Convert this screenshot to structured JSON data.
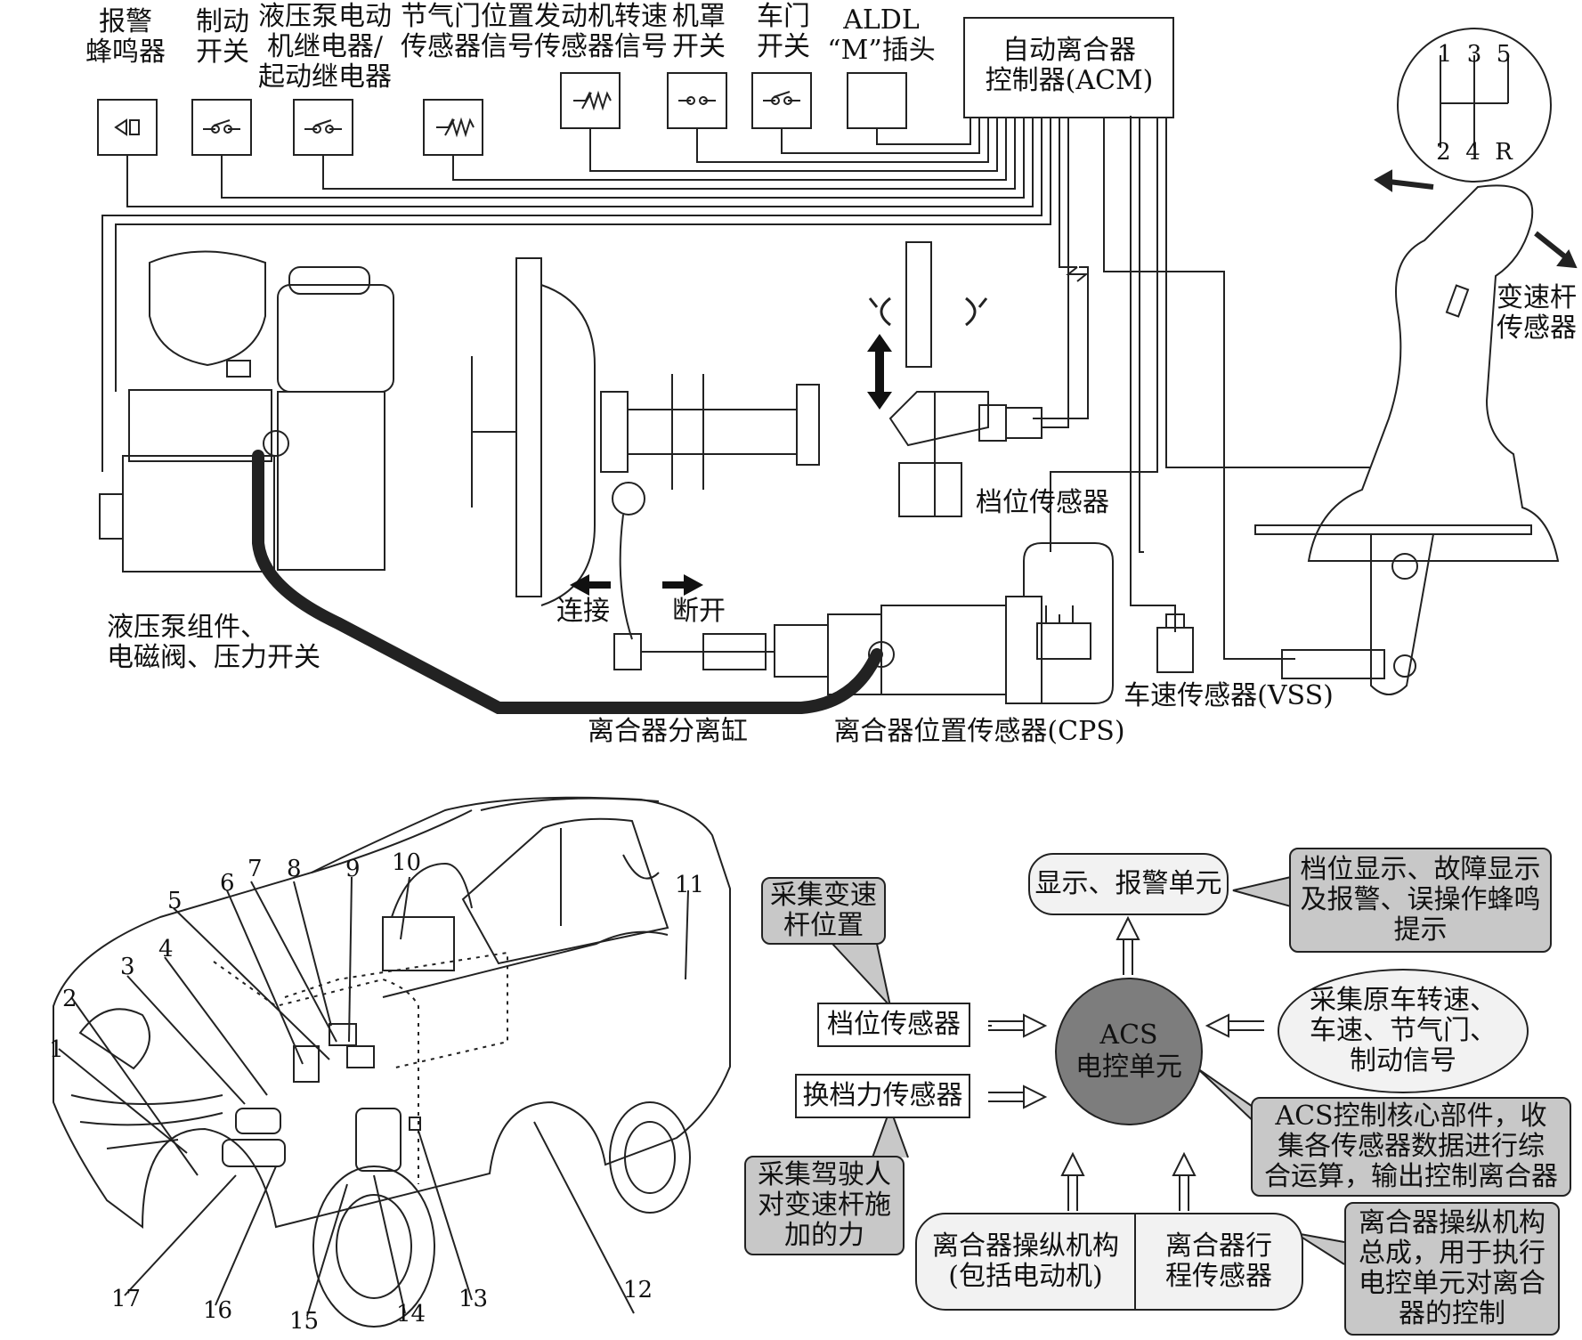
{
  "top": {
    "labels": {
      "alarm": "报警\n蜂鸣器",
      "brake": "制动\n开关",
      "pump_relay": "液压泵电动\n机继电器/\n起动继电器",
      "tps": "节气门位置\n传感器信号",
      "rpm": "发动机转速\n传感器信号",
      "hood": "机罩\n开关",
      "door": "车门\n开关",
      "aldl": "ALDL\n“M”插头",
      "acm": "自动离合器\n控制器(ACM)",
      "shift_sensor": "变速杆\n传感器",
      "gear_sensor": "档位传感器",
      "pump_assembly": "液压泵组件、\n电磁阀、压力开关",
      "engage": "连接",
      "disengage": "断开",
      "slave_cyl": "离合器分离缸",
      "cps": "离合器位置传感器(CPS)",
      "vss": "车速传感器(VSS)"
    },
    "shift_pattern": {
      "top": "1  3  5",
      "bottom": "2  4  R"
    }
  },
  "car": {
    "numbers": [
      "1",
      "2",
      "3",
      "4",
      "5",
      "6",
      "7",
      "8",
      "9",
      "10",
      "11",
      "12",
      "13",
      "14",
      "15",
      "16",
      "17"
    ]
  },
  "block": {
    "display_unit": "显示、报警单元",
    "display_note": "档位显示、故障显示\n及报警、误操作蜂鸣\n提示",
    "collect_lever": "采集变速\n杆位置",
    "gear_sensor": "档位传感器",
    "force_sensor": "换档力传感器",
    "collect_force": "采集驾驶人\n对变速杆施\n加的力",
    "acs": "ACS\n电控单元",
    "collect_orig": "采集原车转速、\n车速、节气门、\n制动信号",
    "acs_note": "ACS控制核心部件，收\n集各传感器数据进行综\n合运算，输出控制离合器",
    "actuator": "离合器操纵机构\n(包括电动机)",
    "travel_sensor": "离合器行\n程传感器",
    "actuator_note": "离合器操纵机构\n总成，用于执行\n电控单元对离合\n器的控制"
  }
}
